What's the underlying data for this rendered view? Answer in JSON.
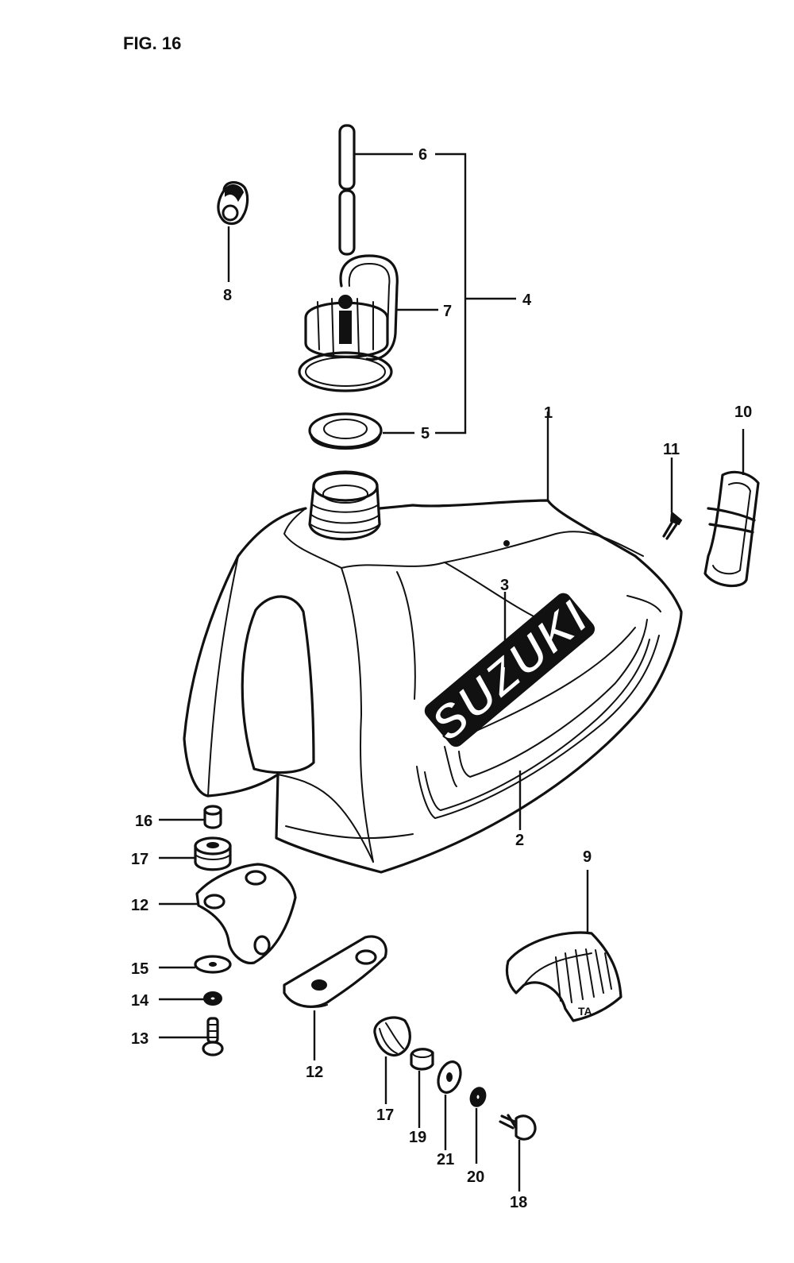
{
  "figure": {
    "title": "FIG. 16"
  },
  "brand": {
    "tank_logo": "SUZUKI"
  },
  "callouts": [
    {
      "id": "c1",
      "label": "1"
    },
    {
      "id": "c2",
      "label": "2"
    },
    {
      "id": "c3",
      "label": "3"
    },
    {
      "id": "c4",
      "label": "4"
    },
    {
      "id": "c5",
      "label": "5"
    },
    {
      "id": "c6",
      "label": "6"
    },
    {
      "id": "c7",
      "label": "7"
    },
    {
      "id": "c8",
      "label": "8"
    },
    {
      "id": "c9",
      "label": "9"
    },
    {
      "id": "c10",
      "label": "10"
    },
    {
      "id": "c11",
      "label": "11"
    },
    {
      "id": "c12a",
      "label": "12"
    },
    {
      "id": "c12b",
      "label": "12"
    },
    {
      "id": "c13",
      "label": "13"
    },
    {
      "id": "c14",
      "label": "14"
    },
    {
      "id": "c15",
      "label": "15"
    },
    {
      "id": "c16",
      "label": "16"
    },
    {
      "id": "c17a",
      "label": "17"
    },
    {
      "id": "c17b",
      "label": "17"
    },
    {
      "id": "c18",
      "label": "18"
    },
    {
      "id": "c19",
      "label": "19"
    },
    {
      "id": "c20",
      "label": "20"
    },
    {
      "id": "c21",
      "label": "21"
    }
  ]
}
